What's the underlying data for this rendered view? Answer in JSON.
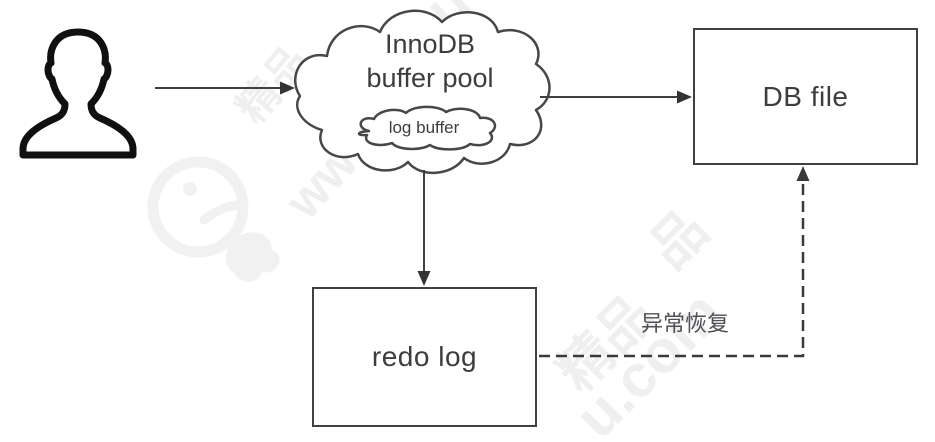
{
  "cloud": {
    "line1": "InnoDB",
    "line2": "buffer pool",
    "inner": "log buffer"
  },
  "boxes": {
    "db_file": "DB file",
    "redo_log": "redo log"
  },
  "labels": {
    "recovery": "异常恢复"
  },
  "icons": {
    "user": "user-silhouette"
  },
  "colors": {
    "line": "#404040",
    "text": "#3d3d3d",
    "recovery_text": "#4f4f54",
    "watermark": "#f0eff0",
    "background": "#ffffff"
  },
  "watermark": {
    "fragments": [
      "www",
      "精品",
      "品",
      "精品",
      "u.com",
      "u"
    ]
  }
}
